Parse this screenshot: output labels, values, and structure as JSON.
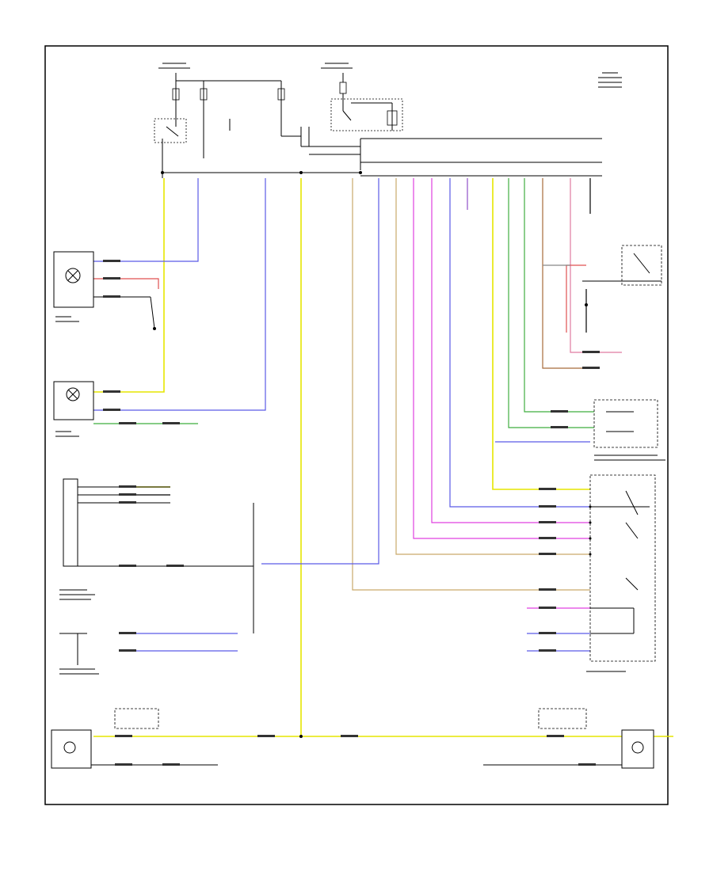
{
  "footer_code": "",
  "colors": {
    "yellow": "#e6e600",
    "blue": "#5a5ae6",
    "red": "#e05050",
    "green": "#3fae3f",
    "magenta": "#e040e0",
    "brown": "#a86a3a",
    "pink": "#e07aa0",
    "tan": "#c9a96a",
    "purple": "#9050c8",
    "black": "#000000",
    "gray": "#888888"
  },
  "components": [
    {
      "id": "left-headlamp",
      "icon": "lamp-icon"
    },
    {
      "id": "right-headlamp",
      "icon": "lamp-icon"
    },
    {
      "id": "auto-lamp-sensor",
      "icon": "sensor-icon"
    },
    {
      "id": "headlamp-switch",
      "icon": "switch-icon"
    },
    {
      "id": "left-fog-lamp",
      "icon": "lamp-icon"
    },
    {
      "id": "right-fog-lamp",
      "icon": "lamp-icon"
    },
    {
      "id": "fuse-relay-box",
      "icon": "relay-icon"
    }
  ]
}
